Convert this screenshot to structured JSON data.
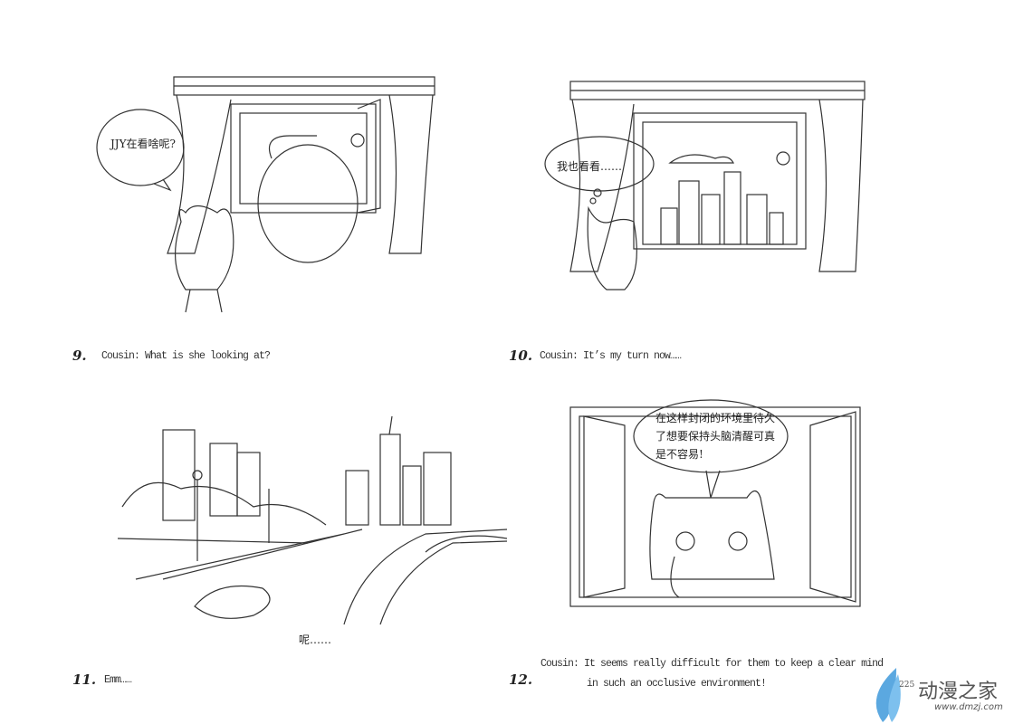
{
  "panels": [
    {
      "number": "9.",
      "caption": "Cousin: What is she looking at?",
      "bubble": "JJY在看啥呢?"
    },
    {
      "number": "10.",
      "caption": "Cousin: It’s my turn now……",
      "bubble": "我也看看……"
    },
    {
      "number": "11.",
      "caption": "Emm……",
      "bubble": "呢……"
    },
    {
      "number": "12.",
      "caption_lines": [
        "Cousin: It seems really difficult for them to keep a clear mind",
        "in such an occlusive environment!"
      ],
      "bubble_lines": [
        "在这样封闭的环境里待久",
        "了想要保持头脑清醒可真",
        "是不容易!"
      ]
    }
  ],
  "page_number": "225",
  "watermark": {
    "name": "动漫之家",
    "url": "www.dmzj.com",
    "color": "#5ba8e0"
  }
}
